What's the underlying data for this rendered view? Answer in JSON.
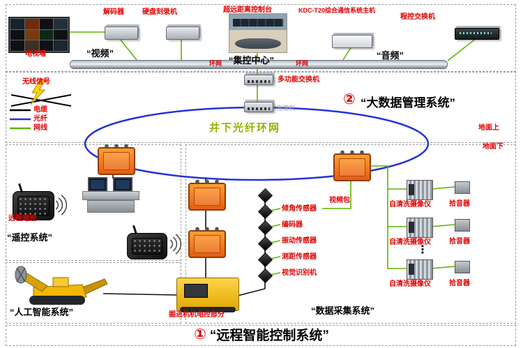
{
  "colors": {
    "accent_red": "#e00000",
    "ring_blue": "#2433d6",
    "net_green": "#5fb400",
    "ring_text_green": "#8db600",
    "device_orange": "#f07818"
  },
  "top": {
    "tv_wall_label": "电视墙",
    "decoder_label": "解码器",
    "recorder_label": "硬盘刻录机",
    "video_title": "“视频”",
    "console_label": "超远距离控制台",
    "center_title": "“集控中心”",
    "kdc_label": "KDC-T20综合通信系统主机",
    "pbx_label": "程控交换机",
    "audio_title": "“音频”",
    "bus_left": "环网",
    "bus_right": "环网"
  },
  "middle": {
    "wireless_label": "无线信号",
    "legend": [
      {
        "name": "电缆",
        "color": "#000000"
      },
      {
        "name": "光纤",
        "color": "#2433d6"
      },
      {
        "name": "网线",
        "color": "#5fb400"
      }
    ],
    "switch_label": "多功能交换机",
    "otn_label": "光端机",
    "bigdata_num": "②",
    "bigdata_title": "“大数据管理系统”",
    "ring_label": "井下光纤环网",
    "surface_label": "地面上",
    "underground_label": "地面下"
  },
  "remote": {
    "rc_label": "远程遥控",
    "title": "“遥控系统”"
  },
  "ai": {
    "title": "“人工智能系统”",
    "machine_label": "掘进机机电控部分"
  },
  "daq": {
    "video_pack": "视频包",
    "sensors": [
      "倾角传感器",
      "编码器",
      "振动传感器",
      "测距传感器",
      "视觉识别机"
    ],
    "camera_label_1": "自清洗摄像仪",
    "camera_label_2": "自清洗摄像仪",
    "camera_label_3": "自清洗摄像仪",
    "pickup_label_1": "拾音器",
    "pickup_label_2": "拾音器",
    "pickup_label_3": "拾音器",
    "ellipsis": "⋮",
    "title": "“数据采集系统”"
  },
  "footer": {
    "num": "①",
    "title": "“远程智能控制系统”"
  }
}
